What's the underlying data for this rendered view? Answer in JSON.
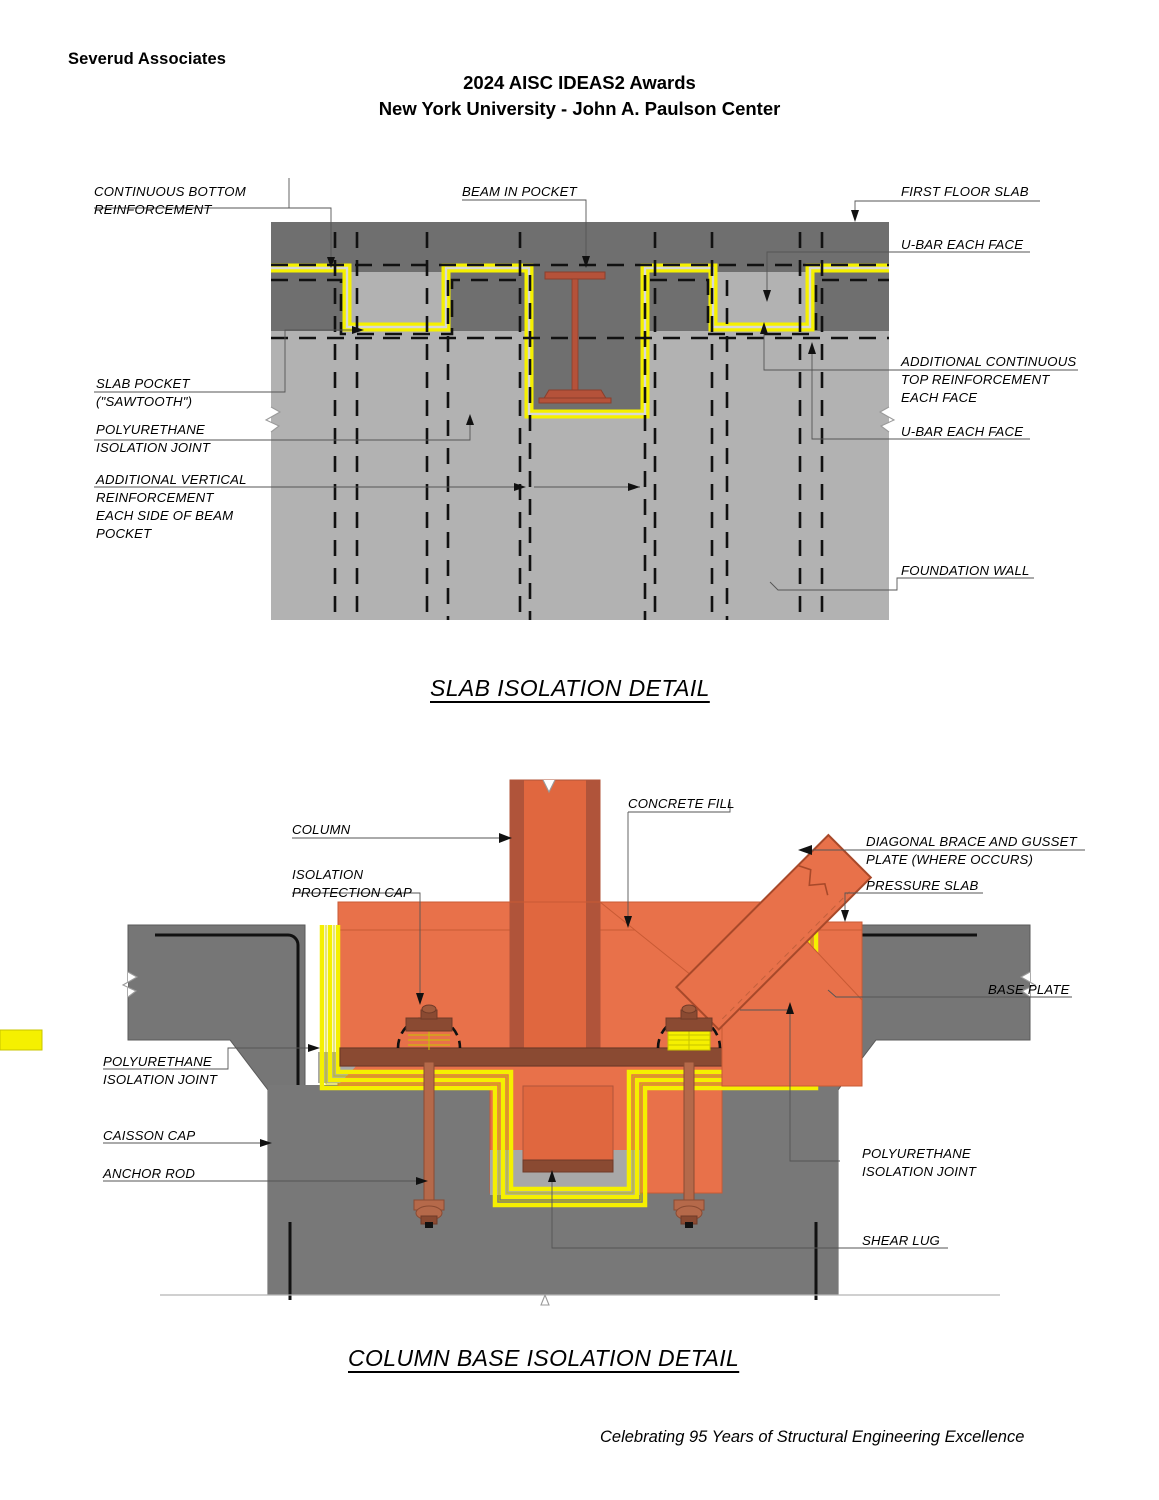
{
  "firm": "Severud Associates",
  "title": {
    "line1": "2024 AISC IDEAS2 Awards",
    "line2": "New York University - John A. Paulson Center"
  },
  "footer": "Celebrating 95 Years of Structural Engineering Excellence",
  "details": [
    {
      "id": "slab-isolation-detail",
      "caption": "SLAB ISOLATION DETAIL",
      "labels": {
        "continuous_bottom_reinforcement_l1": "CONTINUOUS BOTTOM",
        "continuous_bottom_reinforcement_l2": "REINFORCEMENT",
        "beam_in_pocket": "BEAM IN POCKET",
        "first_floor_slab": "FIRST FLOOR SLAB",
        "u_bar_each_face_top": "U-BAR EACH FACE",
        "additional_continuous_top_l1": "ADDITIONAL CONTINUOUS",
        "additional_continuous_top_l2": "TOP REINFORCEMENT",
        "additional_continuous_top_l3": "EACH FACE",
        "u_bar_each_face_bottom": "U-BAR EACH FACE",
        "slab_pocket_l1": "SLAB POCKET",
        "slab_pocket_l2": "(\"SAWTOOTH\")",
        "polyurethane_isolation_joint_l1": "POLYURETHANE",
        "polyurethane_isolation_joint_l2": "ISOLATION JOINT",
        "additional_vertical_l1": "ADDITIONAL VERTICAL",
        "additional_vertical_l2": "REINFORCEMENT",
        "additional_vertical_l3": "EACH SIDE OF BEAM",
        "additional_vertical_l4": "POCKET",
        "foundation_wall": "FOUNDATION WALL"
      }
    },
    {
      "id": "column-base-isolation-detail",
      "caption": "COLUMN BASE ISOLATION DETAIL",
      "labels": {
        "column": "COLUMN",
        "concrete_fill": "CONCRETE FILL",
        "diagonal_brace_l1": "DIAGONAL BRACE AND GUSSET",
        "diagonal_brace_l2": "PLATE (WHERE OCCURS)",
        "pressure_slab": "PRESSURE SLAB",
        "base_plate": "BASE PLATE",
        "isolation_protection_cap_l1": "ISOLATION",
        "isolation_protection_cap_l2": "PROTECTION CAP",
        "polyurethane_isolation_joint_left_l1": "POLYURETHANE",
        "polyurethane_isolation_joint_left_l2": "ISOLATION JOINT",
        "caisson_cap": "CAISSON CAP",
        "anchor_rod": "ANCHOR ROD",
        "polyurethane_isolation_joint_right_l1": "POLYURETHANE",
        "polyurethane_isolation_joint_right_l2": "ISOLATION JOINT",
        "shear_lug": "SHEAR LUG"
      }
    }
  ],
  "colors": {
    "slab_dark_gray": "#6f6f6f",
    "wall_light_gray": "#b2b2b2",
    "isolation_yellow": "#f5f000",
    "steel_red": "#b5523a",
    "concrete_fill_orange": "#e8714a",
    "column_orange": "#e0673f",
    "column_flange_dark": "#b0543a",
    "base_plate_brown": "#8a4a32",
    "caisson_gray": "#787878",
    "pressure_slab_gray": "#767676",
    "outline_black": "#111111"
  }
}
